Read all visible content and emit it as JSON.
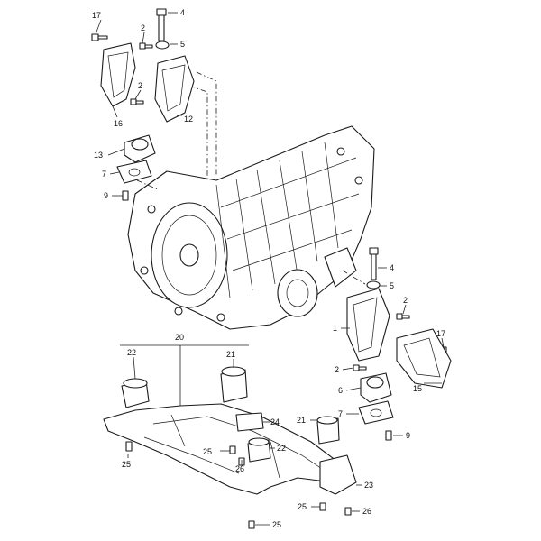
{
  "callouts": [
    {
      "id": "c17a",
      "text": "17"
    },
    {
      "id": "c2a",
      "text": "2"
    },
    {
      "id": "c4a",
      "text": "4"
    },
    {
      "id": "c5a",
      "text": "5"
    },
    {
      "id": "c2b",
      "text": "2"
    },
    {
      "id": "c16",
      "text": "16"
    },
    {
      "id": "c12",
      "text": "12"
    },
    {
      "id": "c13",
      "text": "13"
    },
    {
      "id": "c7a",
      "text": "7"
    },
    {
      "id": "c9a",
      "text": "9"
    },
    {
      "id": "c4b",
      "text": "4"
    },
    {
      "id": "c5b",
      "text": "5"
    },
    {
      "id": "c2c",
      "text": "2"
    },
    {
      "id": "c1",
      "text": "1"
    },
    {
      "id": "c17b",
      "text": "17"
    },
    {
      "id": "c2d",
      "text": "2"
    },
    {
      "id": "c6",
      "text": "6"
    },
    {
      "id": "c15",
      "text": "15"
    },
    {
      "id": "c7b",
      "text": "7"
    },
    {
      "id": "c9b",
      "text": "9"
    },
    {
      "id": "c20",
      "text": "20"
    },
    {
      "id": "c22a",
      "text": "22"
    },
    {
      "id": "c21a",
      "text": "21"
    },
    {
      "id": "c24",
      "text": "24"
    },
    {
      "id": "c25a",
      "text": "25"
    },
    {
      "id": "c22b",
      "text": "22"
    },
    {
      "id": "c26a",
      "text": "26"
    },
    {
      "id": "c21b",
      "text": "21"
    },
    {
      "id": "c25b",
      "text": "25"
    },
    {
      "id": "c23",
      "text": "23"
    },
    {
      "id": "c25c",
      "text": "25"
    },
    {
      "id": "c26b",
      "text": "26"
    },
    {
      "id": "c25d",
      "text": "25"
    }
  ]
}
